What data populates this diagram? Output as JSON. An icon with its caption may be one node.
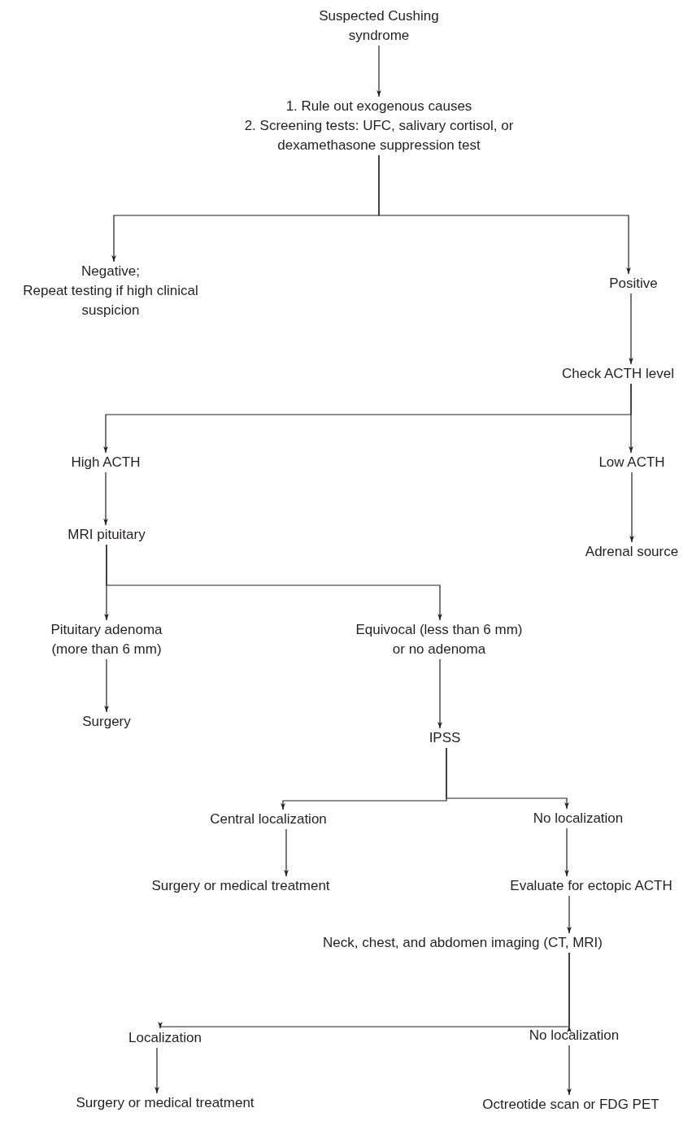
{
  "diagram": {
    "nodes": [
      {
        "text": [
          "Suspected Cushing syndrome"
        ]
      },
      {
        "text": [
          "1. Rule out exogenous causes",
          "2. Screening tests: UFC, salivary cortisol, or dexamethasone suppression test"
        ]
      },
      {
        "text": [
          "Negative;",
          "Repeat testing if high clinical suspicion"
        ]
      },
      {
        "text": [
          "Positive"
        ]
      },
      {
        "text": [
          "Check ACTH level"
        ]
      },
      {
        "text": [
          "High ACTH"
        ]
      },
      {
        "text": [
          "Low ACTH"
        ]
      },
      {
        "text": [
          "MRI pituitary"
        ]
      },
      {
        "text": [
          "Adrenal source"
        ]
      },
      {
        "text": [
          "Pituitary adenoma (more than 6 mm)"
        ]
      },
      {
        "text": [
          "Equivocal (less than 6 mm) or no adenoma"
        ]
      },
      {
        "text": [
          "Surgery"
        ]
      },
      {
        "text": [
          "IPSS"
        ]
      },
      {
        "text": [
          "Central localization"
        ]
      },
      {
        "text": [
          "No localization"
        ]
      },
      {
        "text": [
          "Surgery or medical treatment"
        ]
      },
      {
        "text": [
          "Evaluate for ectopic ACTH"
        ]
      },
      {
        "text": [
          "Neck, chest, and abdomen imaging (CT, MRI)"
        ]
      },
      {
        "text": [
          "Localization"
        ]
      },
      {
        "text": [
          "No localization"
        ]
      },
      {
        "text": [
          "Surgery or medical treatment"
        ]
      },
      {
        "text": [
          "Octreotide scan or FDG PET"
        ]
      }
    ],
    "edges": [
      {
        "from": 0,
        "to": 1,
        "arrow": "to"
      },
      {
        "from": 1,
        "to": 2,
        "arrow": "to"
      },
      {
        "from": 1,
        "to": 3,
        "arrow": "to"
      },
      {
        "from": 3,
        "to": 4,
        "arrow": "to"
      },
      {
        "from": 4,
        "to": 5,
        "arrow": "to"
      },
      {
        "from": 4,
        "to": 6,
        "arrow": "to"
      },
      {
        "from": 6,
        "to": 8,
        "arrow": "to"
      },
      {
        "from": 5,
        "to": 7,
        "arrow": "to"
      },
      {
        "from": 7,
        "to": 9,
        "arrow": "to"
      },
      {
        "from": 7,
        "to": 10,
        "arrow": "to"
      },
      {
        "from": 9,
        "to": 11,
        "arrow": "to"
      },
      {
        "from": 10,
        "to": 12,
        "arrow": "to"
      },
      {
        "from": 12,
        "to": 13,
        "arrow": "to"
      },
      {
        "from": 12,
        "to": 14,
        "arrow": "to"
      },
      {
        "from": 13,
        "to": 15,
        "arrow": "to"
      },
      {
        "from": 14,
        "to": 16,
        "arrow": "to"
      },
      {
        "from": 16,
        "to": 17,
        "arrow": "to"
      },
      {
        "from": 17,
        "to": 18,
        "arrow": "to"
      },
      {
        "from": 17,
        "to": 19,
        "arrow": "to"
      },
      {
        "from": 18,
        "to": 20,
        "arrow": "to"
      },
      {
        "from": 19,
        "to": 21,
        "arrow": "to"
      }
    ]
  }
}
